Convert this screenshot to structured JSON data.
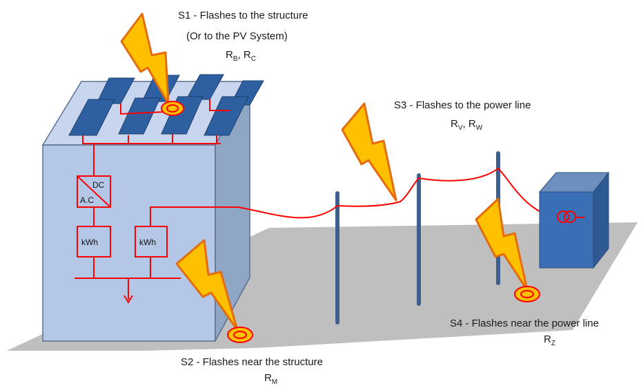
{
  "labels": {
    "s1_title": "S1 - Flashes to the structure",
    "s1_sub": "(Or to the PV System)",
    "s1_r1": "B",
    "s1_r2": "C",
    "s3_title": "S3 - Flashes to the power line",
    "s3_r1": "V",
    "s3_r2": "W",
    "s2_title": "S2 - Flashes near the structure",
    "s2_r": "M",
    "s4_title": "S4 - Flashes near the power line",
    "s4_r": "Z",
    "r_letter": "R"
  },
  "boxes": {
    "inverter_dc": "DC",
    "inverter_ac": "A.C",
    "meter_left": "kWh",
    "meter_right": "kWh"
  },
  "colors": {
    "building_front": "#b4c7e7",
    "building_side": "#8fa6c4",
    "building_top": "#c7d6ee",
    "panel": "#2e5fa1",
    "ground": "#bfbfbf",
    "wire": "#ff0000",
    "bolt_fill": "#ffc000",
    "bolt_stroke": "#e46c0a",
    "pole": "#3d5f8f",
    "transformer": "#3a6eb5"
  }
}
